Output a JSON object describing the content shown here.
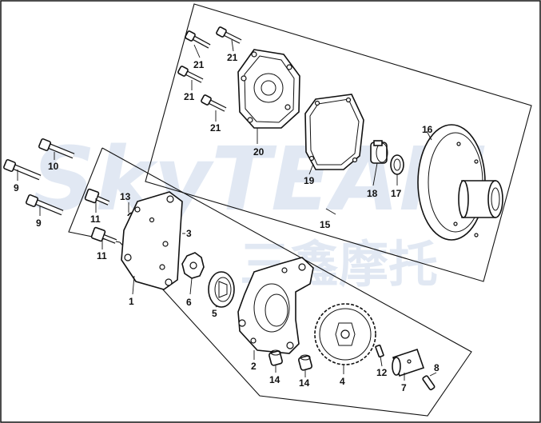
{
  "watermark": {
    "latin": "SkyTEAM",
    "chinese": "三鑫摩托"
  },
  "callouts": {
    "c1": "1",
    "c2": "2",
    "c3": "3",
    "c4": "4",
    "c5": "5",
    "c6": "6",
    "c7": "7",
    "c8": "8",
    "c9a": "9",
    "c9b": "9",
    "c10": "10",
    "c11a": "11",
    "c11b": "11",
    "c12": "12",
    "c13": "13",
    "c14a": "14",
    "c14b": "14",
    "c15": "15",
    "c16": "16",
    "c17": "17",
    "c18": "18",
    "c19": "19",
    "c20": "20",
    "c21a": "21",
    "c21b": "21",
    "c21c": "21",
    "c21d": "21"
  }
}
